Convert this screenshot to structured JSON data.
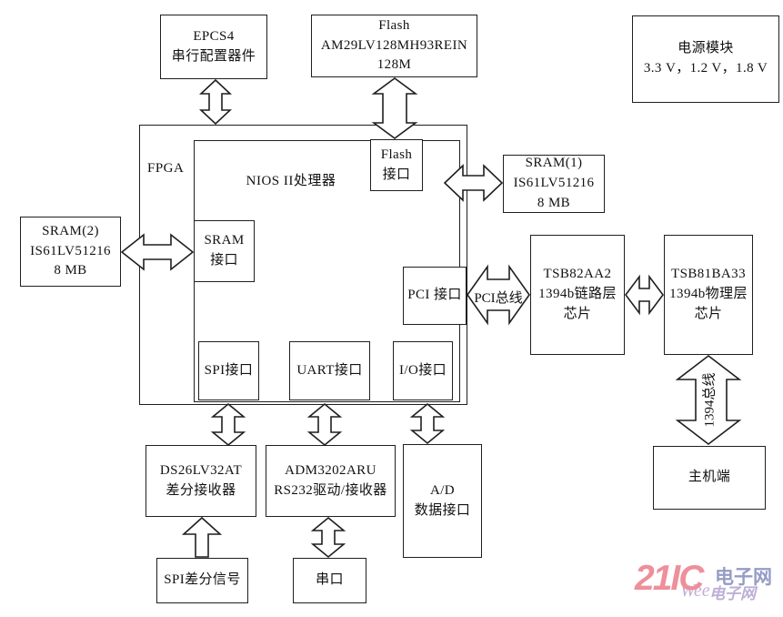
{
  "blocks": {
    "epcs4": "EPCS4\n串行配置器件",
    "flash": "Flash\nAM29LV128MH93REIN\n128M",
    "power": "电源模块\n3.3 V，1.2 V，1.8 V",
    "fpga_label": "FPGA",
    "nios_label": "NIOS II处理器",
    "flash_if": "Flash\n接口",
    "sram_if": "SRAM\n接口",
    "pci_if": "PCI 接口",
    "spi_if": "SPI接口",
    "uart_if": "UART接口",
    "io_if": "I/O接口",
    "sram1": "SRAM(1)\nIS61LV51216\n8 MB",
    "sram2": "SRAM(2)\nIS61LV51216\n8 MB",
    "tsb82": "TSB82AA2\n1394b链路层\n芯片",
    "tsb81": "TSB81BA33\n1394b物理层\n芯片",
    "ds26": "DS26LV32AT\n差分接收器",
    "adm": "ADM3202ARU\nRS232驱动/接收器",
    "ad": "A/D\n数据接口",
    "spi_signal": "SPI差分信号",
    "serial": "串口",
    "host": "主机端"
  },
  "bus_labels": {
    "pci": "PCI总线",
    "b1394": "1394总线"
  },
  "logo": {
    "brand": "21IC",
    "suffix": "电子网",
    "ghost": "电子网",
    "script": "Wee",
    "brand_color": "#ee8f9a",
    "suffix_color": "#959cc6"
  },
  "colors": {
    "line": "#1f1f1f",
    "background": "#ffffff"
  }
}
